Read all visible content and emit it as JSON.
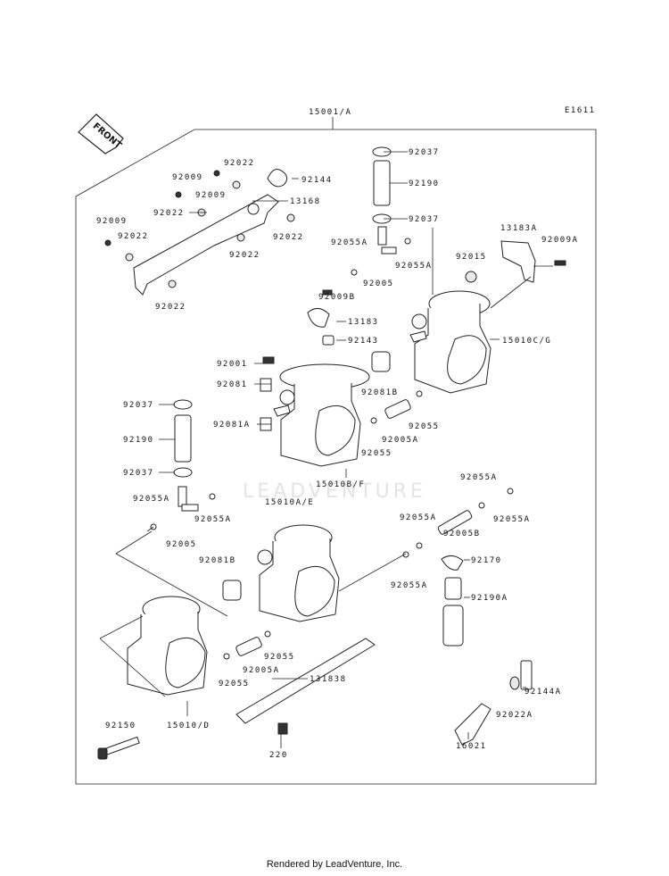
{
  "diagram_code": "E1611",
  "front_label": "FRONT",
  "watermark": "LEADVENTURE",
  "footer": "Rendered by LeadVenture, Inc.",
  "labels": [
    "15001/A",
    "92022",
    "92009",
    "92144",
    "92009",
    "13168",
    "92022",
    "92009",
    "92022",
    "92022",
    "92022",
    "92022",
    "92037",
    "92190",
    "92037",
    "92055A",
    "92005",
    "92055A",
    "13183A",
    "92015",
    "92009A",
    "92009B",
    "13183",
    "92143",
    "15010C/G",
    "92001",
    "92081",
    "92081B",
    "92081A",
    "92055",
    "92005A",
    "92055",
    "15010B/F",
    "92037",
    "92190",
    "92037",
    "92055A",
    "92005",
    "92055A",
    "15010A/E",
    "92055A",
    "92005B",
    "92055A",
    "92055A",
    "92081B",
    "92170",
    "92055A",
    "92190A",
    "92055",
    "92005A",
    "92055",
    "131838",
    "92144A",
    "92022A",
    "16021",
    "92150",
    "15010/D",
    "220"
  ]
}
